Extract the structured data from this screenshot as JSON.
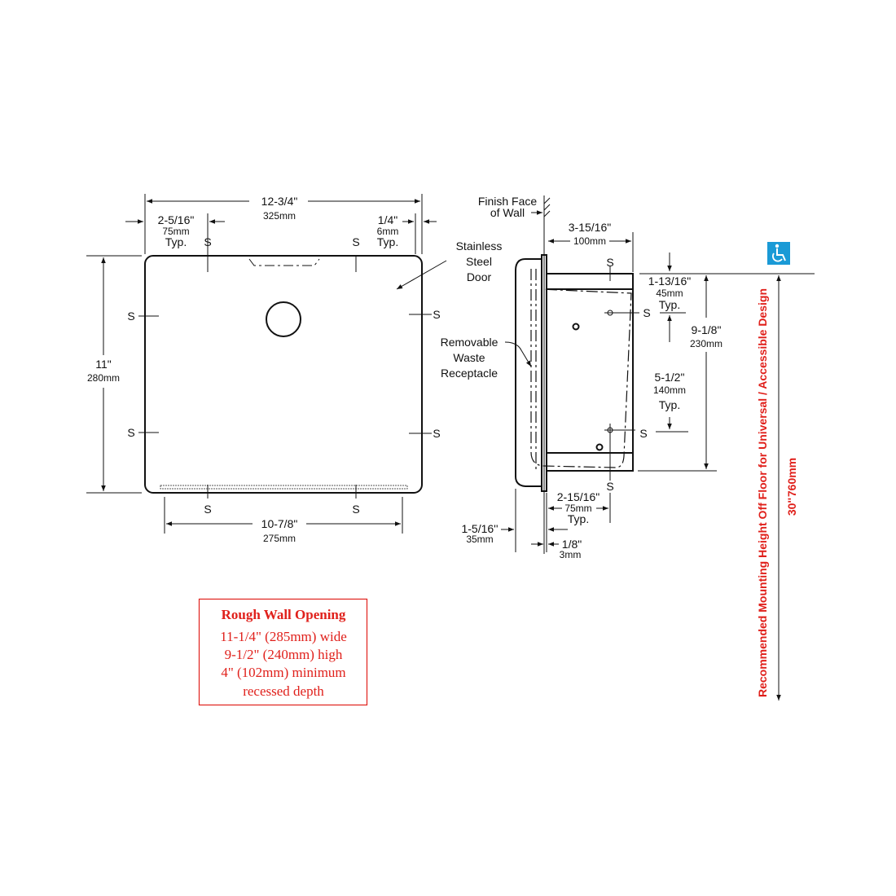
{
  "front_view": {
    "width_in": "12-3/4\"",
    "width_mm": "325mm",
    "left_offset_in": "2-5/16\"",
    "left_offset_mm": "75mm",
    "left_offset_typ": "Typ.",
    "right_offset_in": "1/4\"",
    "right_offset_mm": "6mm",
    "right_offset_typ": "Typ.",
    "height_in": "11\"",
    "height_mm": "280mm",
    "bottom_in": "10-7/8\"",
    "bottom_mm": "275mm",
    "screw_label": "S",
    "door_label": [
      "Stainless",
      "Steel",
      "Door"
    ]
  },
  "side_view": {
    "finish_face": [
      "Finish Face",
      "of Wall"
    ],
    "depth_in": "3-15/16\"",
    "depth_mm": "100mm",
    "top_offset_in": "1-13/16\"",
    "top_offset_mm": "45mm",
    "top_offset_typ": "Typ.",
    "height_in": "9-1/8\"",
    "height_mm": "230mm",
    "spacing_in": "5-1/2\"",
    "spacing_mm": "140mm",
    "spacing_typ": "Typ.",
    "receptacle_label": [
      "Removable",
      "Waste",
      "Receptacle"
    ],
    "screw_depth_in": "2-15/16\"",
    "screw_depth_mm": "75mm",
    "screw_depth_typ": "Typ.",
    "projection_in": "1-5/16''",
    "projection_mm": "35mm",
    "flange_in": "1/8\"",
    "flange_mm": "3mm",
    "screw_label": "S"
  },
  "rough_opening": {
    "title": "Rough Wall Opening",
    "lines": [
      "11-1/4\" (285mm) wide",
      "9-1/2\" (240mm) high",
      "4\" (102mm) minimum",
      "recessed depth"
    ]
  },
  "mounting": {
    "label": "Recommended Mounting Height Off Floor for Universal / Accessible Design",
    "height_in": "30''",
    "height_mm": "760mm",
    "icon": "wheelchair-accessibility-icon"
  },
  "colors": {
    "accent_red": "#e0201b",
    "accessibility_blue": "#1a9ad6"
  }
}
